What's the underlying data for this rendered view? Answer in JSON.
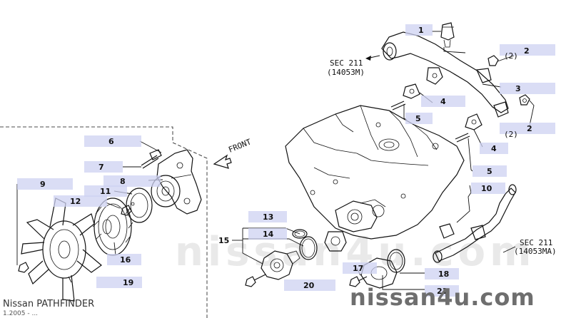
{
  "callouts": [
    "1",
    "2",
    "2",
    "3",
    "4",
    "4",
    "5",
    "5",
    "6",
    "7",
    "8",
    "9",
    "10",
    "11",
    "12",
    "13",
    "14",
    "15",
    "16",
    "17",
    "18",
    "19",
    "20",
    "21"
  ],
  "qty_notes": [
    "(2)",
    "(2)"
  ],
  "section_refs": {
    "upper": {
      "line1": "SEC 211",
      "line2": "(14053M)"
    },
    "lower": {
      "line1": "SEC 211",
      "line2": "(14053MA)"
    }
  },
  "front_label": "FRONT",
  "branding": {
    "model": "Nissan PATHFINDER",
    "date": "1.2005 - ..."
  },
  "watermarks": {
    "main": "nissan4u.com",
    "faint": "nissan4u.com"
  },
  "colors": {
    "label_box": "#cdd1f2",
    "line": "#111111",
    "watermark": "#6e6e6e"
  }
}
